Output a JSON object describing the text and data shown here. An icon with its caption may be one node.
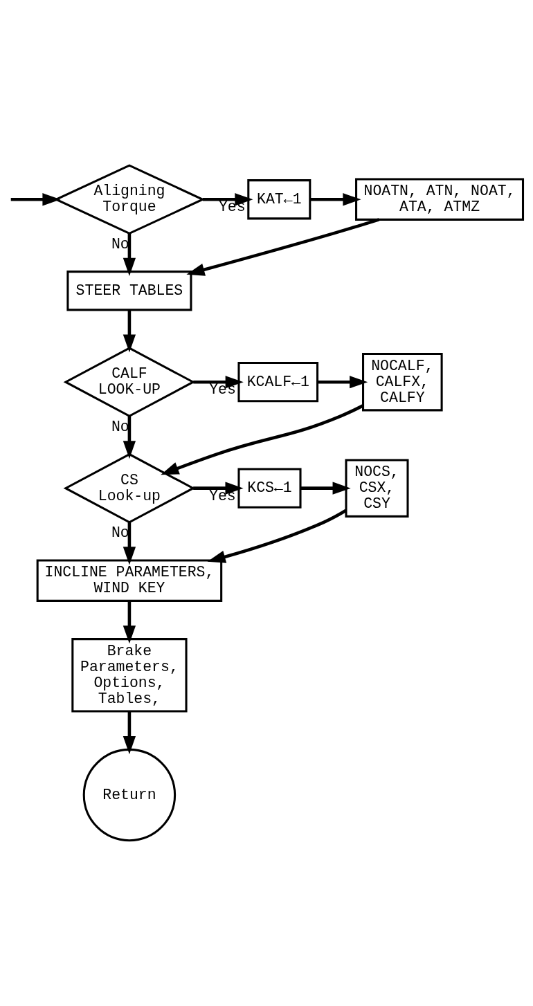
{
  "diagram": {
    "nodes": [
      {
        "text": [
          "Aligning Torque"
        ]
      },
      {
        "text": [
          "KAT←1"
        ]
      },
      {
        "text": [
          "NOATN, ATN, NOAT, ATA, ATMZ"
        ]
      },
      {
        "text": [
          "STEER TABLES"
        ]
      },
      {
        "text": [
          "CALF LOOK-UP"
        ]
      },
      {
        "text": [
          "KCALF←1"
        ]
      },
      {
        "text": [
          "NOCALF, CALFX, CALFY"
        ]
      },
      {
        "text": [
          "CS Look-up"
        ]
      },
      {
        "text": [
          "KCS←1"
        ]
      },
      {
        "text": [
          "NOCS, CSX, CSY"
        ]
      },
      {
        "text": [
          "INCLINE PARAMETERS, WIND KEY"
        ]
      },
      {
        "text": [
          "Brake Parameters, Options, Tables,"
        ]
      },
      {
        "text": [
          "Return"
        ]
      }
    ],
    "edges": [
      {
        "from": null,
        "to": 0,
        "arrow": "to"
      },
      {
        "from": 0,
        "to": 1,
        "arrow": "to",
        "label": "Yes"
      },
      {
        "from": 1,
        "to": 2,
        "arrow": "to"
      },
      {
        "from": 0,
        "to": 3,
        "arrow": "to",
        "label": "No"
      },
      {
        "from": 2,
        "to": 3,
        "arrow": "to"
      },
      {
        "from": 3,
        "to": 4,
        "arrow": "to"
      },
      {
        "from": 4,
        "to": 5,
        "arrow": "to",
        "label": "Yes"
      },
      {
        "from": 5,
        "to": 6,
        "arrow": "to"
      },
      {
        "from": 4,
        "to": 7,
        "arrow": "to",
        "label": "No"
      },
      {
        "from": 6,
        "to": 7,
        "arrow": "to"
      },
      {
        "from": 7,
        "to": 8,
        "arrow": "to",
        "label": "Yes"
      },
      {
        "from": 8,
        "to": 9,
        "arrow": "to"
      },
      {
        "from": 7,
        "to": 10,
        "arrow": "to",
        "label": "No"
      },
      {
        "from": 9,
        "to": 10,
        "arrow": "to"
      },
      {
        "from": 10,
        "to": 11,
        "arrow": "to"
      },
      {
        "from": 11,
        "to": 12,
        "arrow": "to"
      }
    ]
  }
}
